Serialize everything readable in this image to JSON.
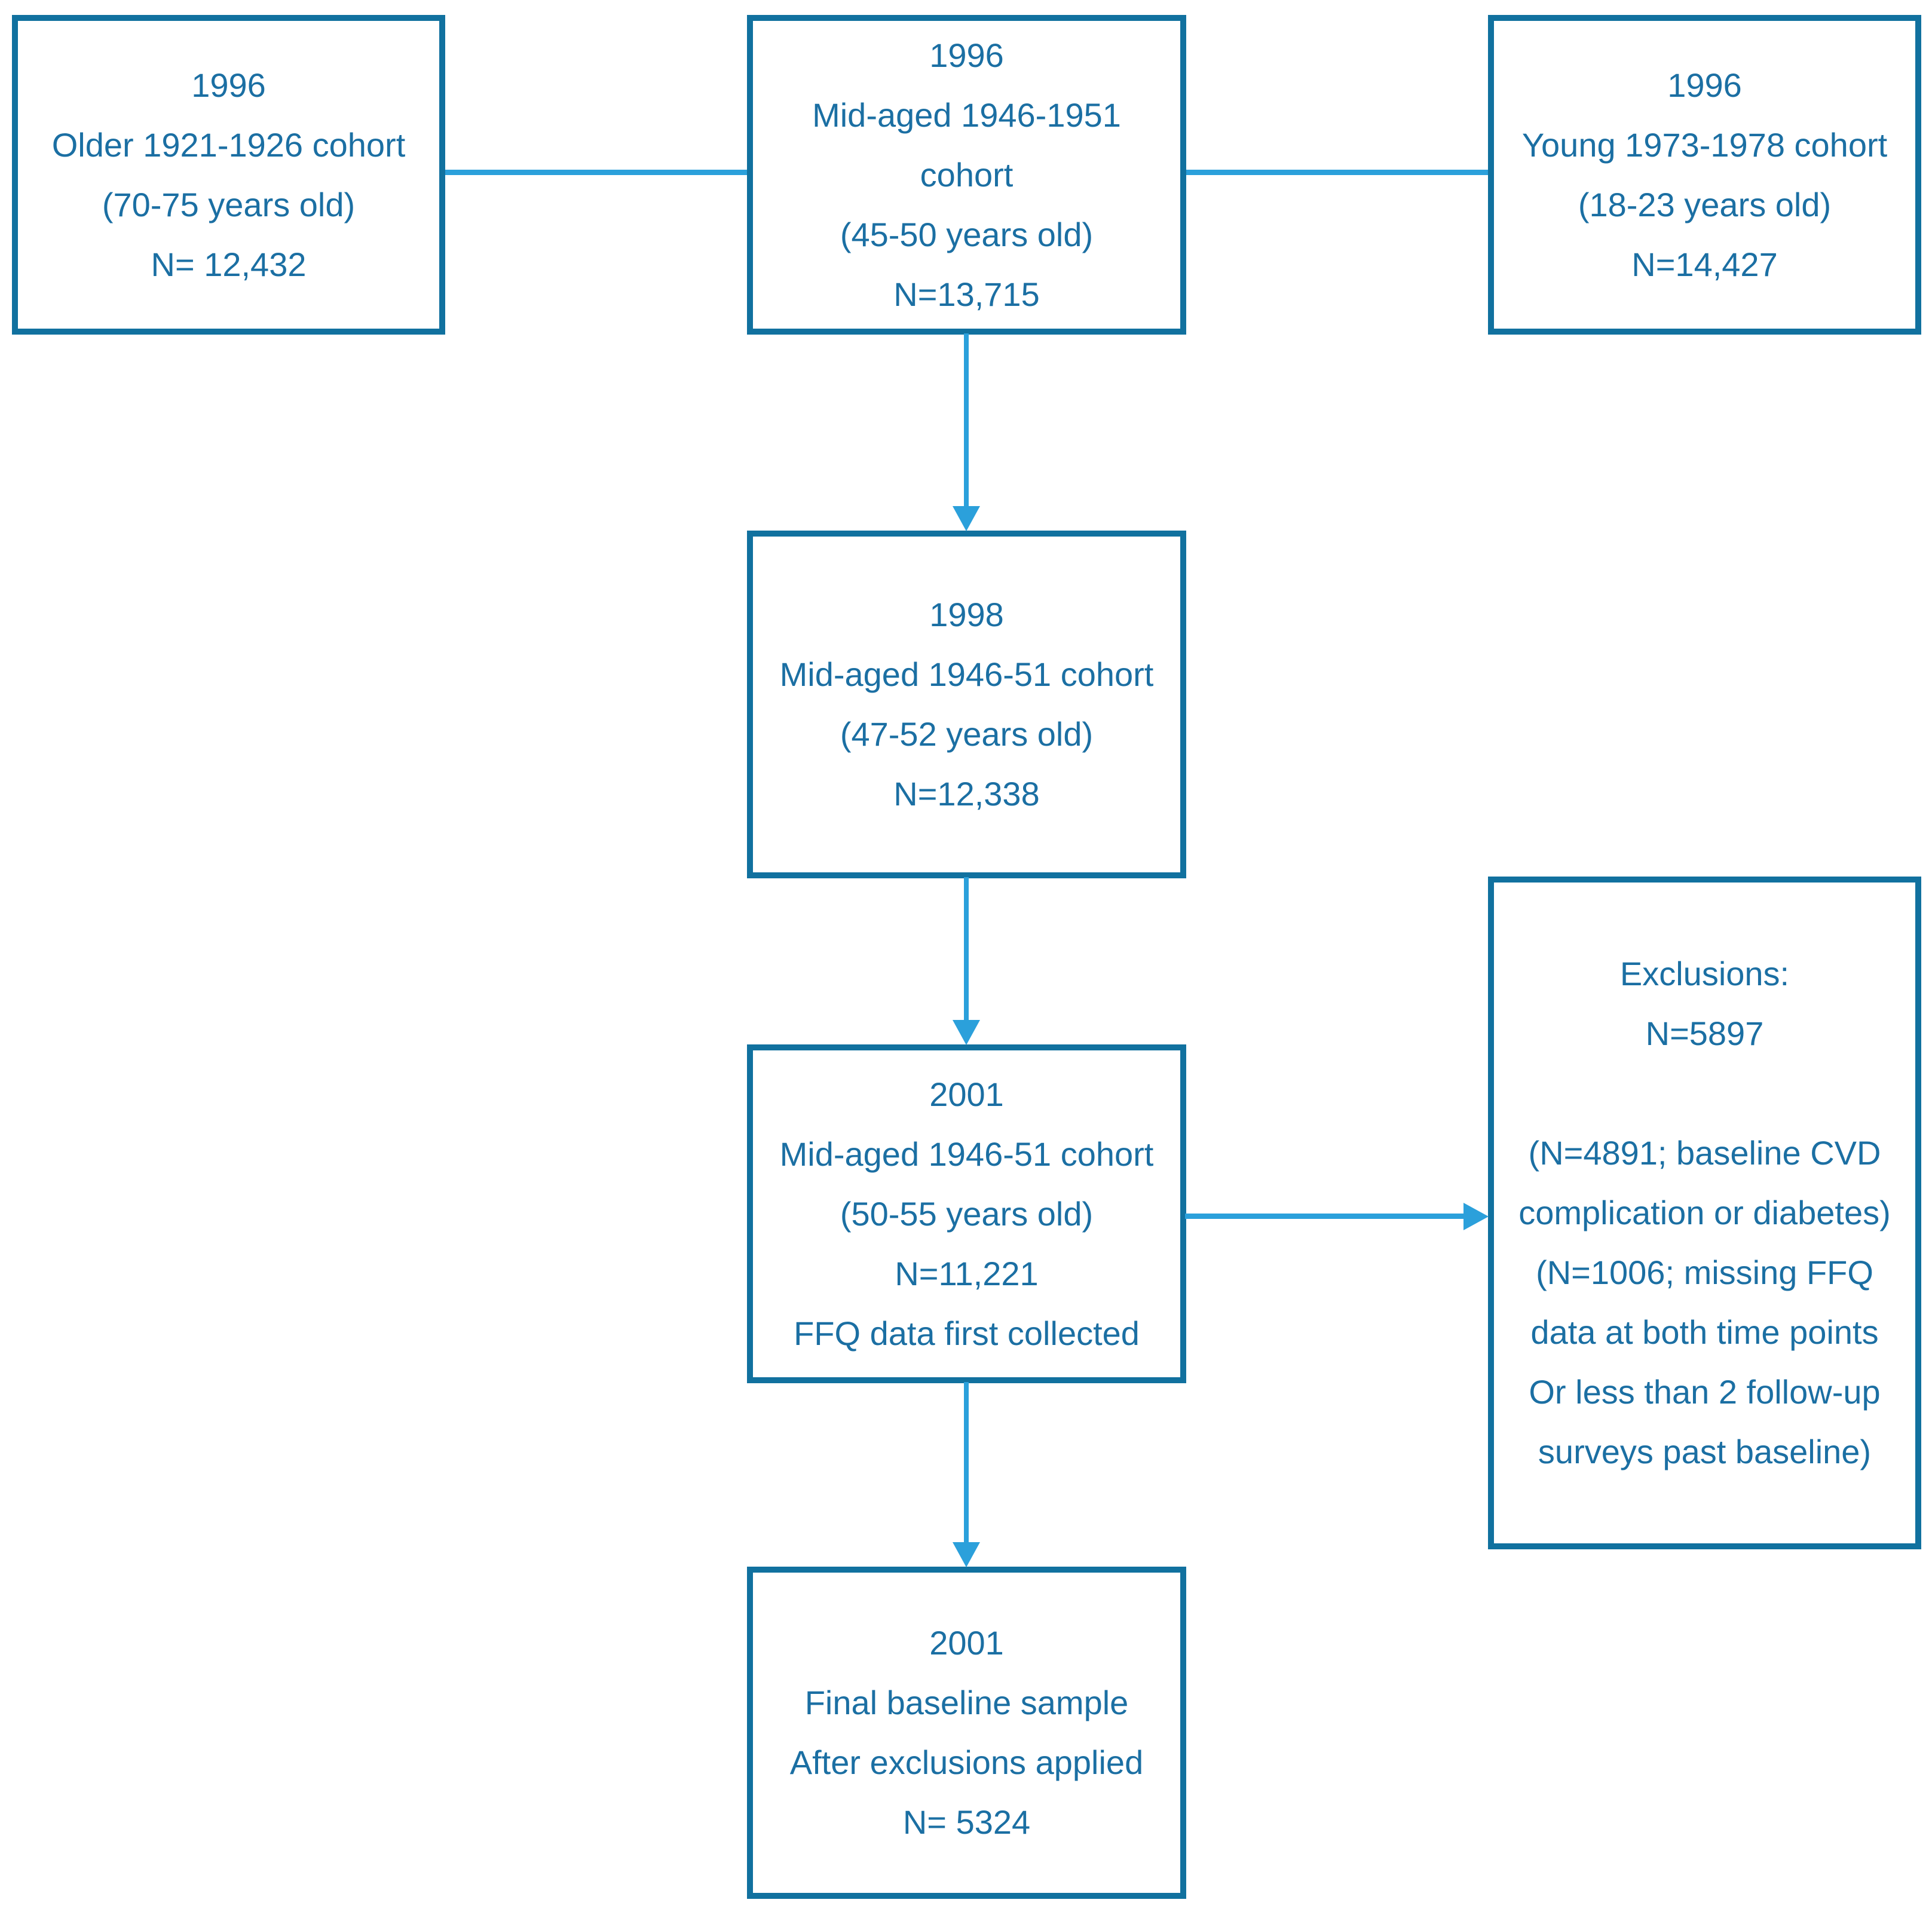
{
  "colors": {
    "box_border": "#11719F",
    "text": "#1B6FA3",
    "connector": "#2BA0DB"
  },
  "boxes": {
    "older_1996": {
      "lines": [
        "1996",
        "Older 1921-1926 cohort",
        "(70-75 years old)",
        "N= 12,432"
      ]
    },
    "midaged_1996": {
      "lines": [
        "1996",
        "Mid-aged 1946-1951",
        "cohort",
        "(45-50 years old)",
        "N=13,715"
      ]
    },
    "young_1996": {
      "lines": [
        "1996",
        "Young 1973-1978 cohort",
        "(18-23 years old)",
        "N=14,427"
      ]
    },
    "midaged_1998": {
      "lines": [
        "1998",
        "Mid-aged 1946-51 cohort",
        "(47-52 years old)",
        "N=12,338"
      ]
    },
    "midaged_2001": {
      "lines": [
        "2001",
        "Mid-aged 1946-51 cohort",
        "(50-55 years old)",
        "N=11,221",
        "FFQ data first collected"
      ]
    },
    "exclusions": {
      "lines": [
        "Exclusions:",
        "N=5897",
        "",
        "(N=4891; baseline CVD",
        "complication or diabetes)",
        "(N=1006; missing FFQ",
        "data at both time points",
        "Or less than 2 follow-up",
        "surveys past baseline)"
      ]
    },
    "final_2001": {
      "lines": [
        "2001",
        "Final baseline sample",
        "After exclusions applied",
        "N= 5324"
      ]
    }
  }
}
